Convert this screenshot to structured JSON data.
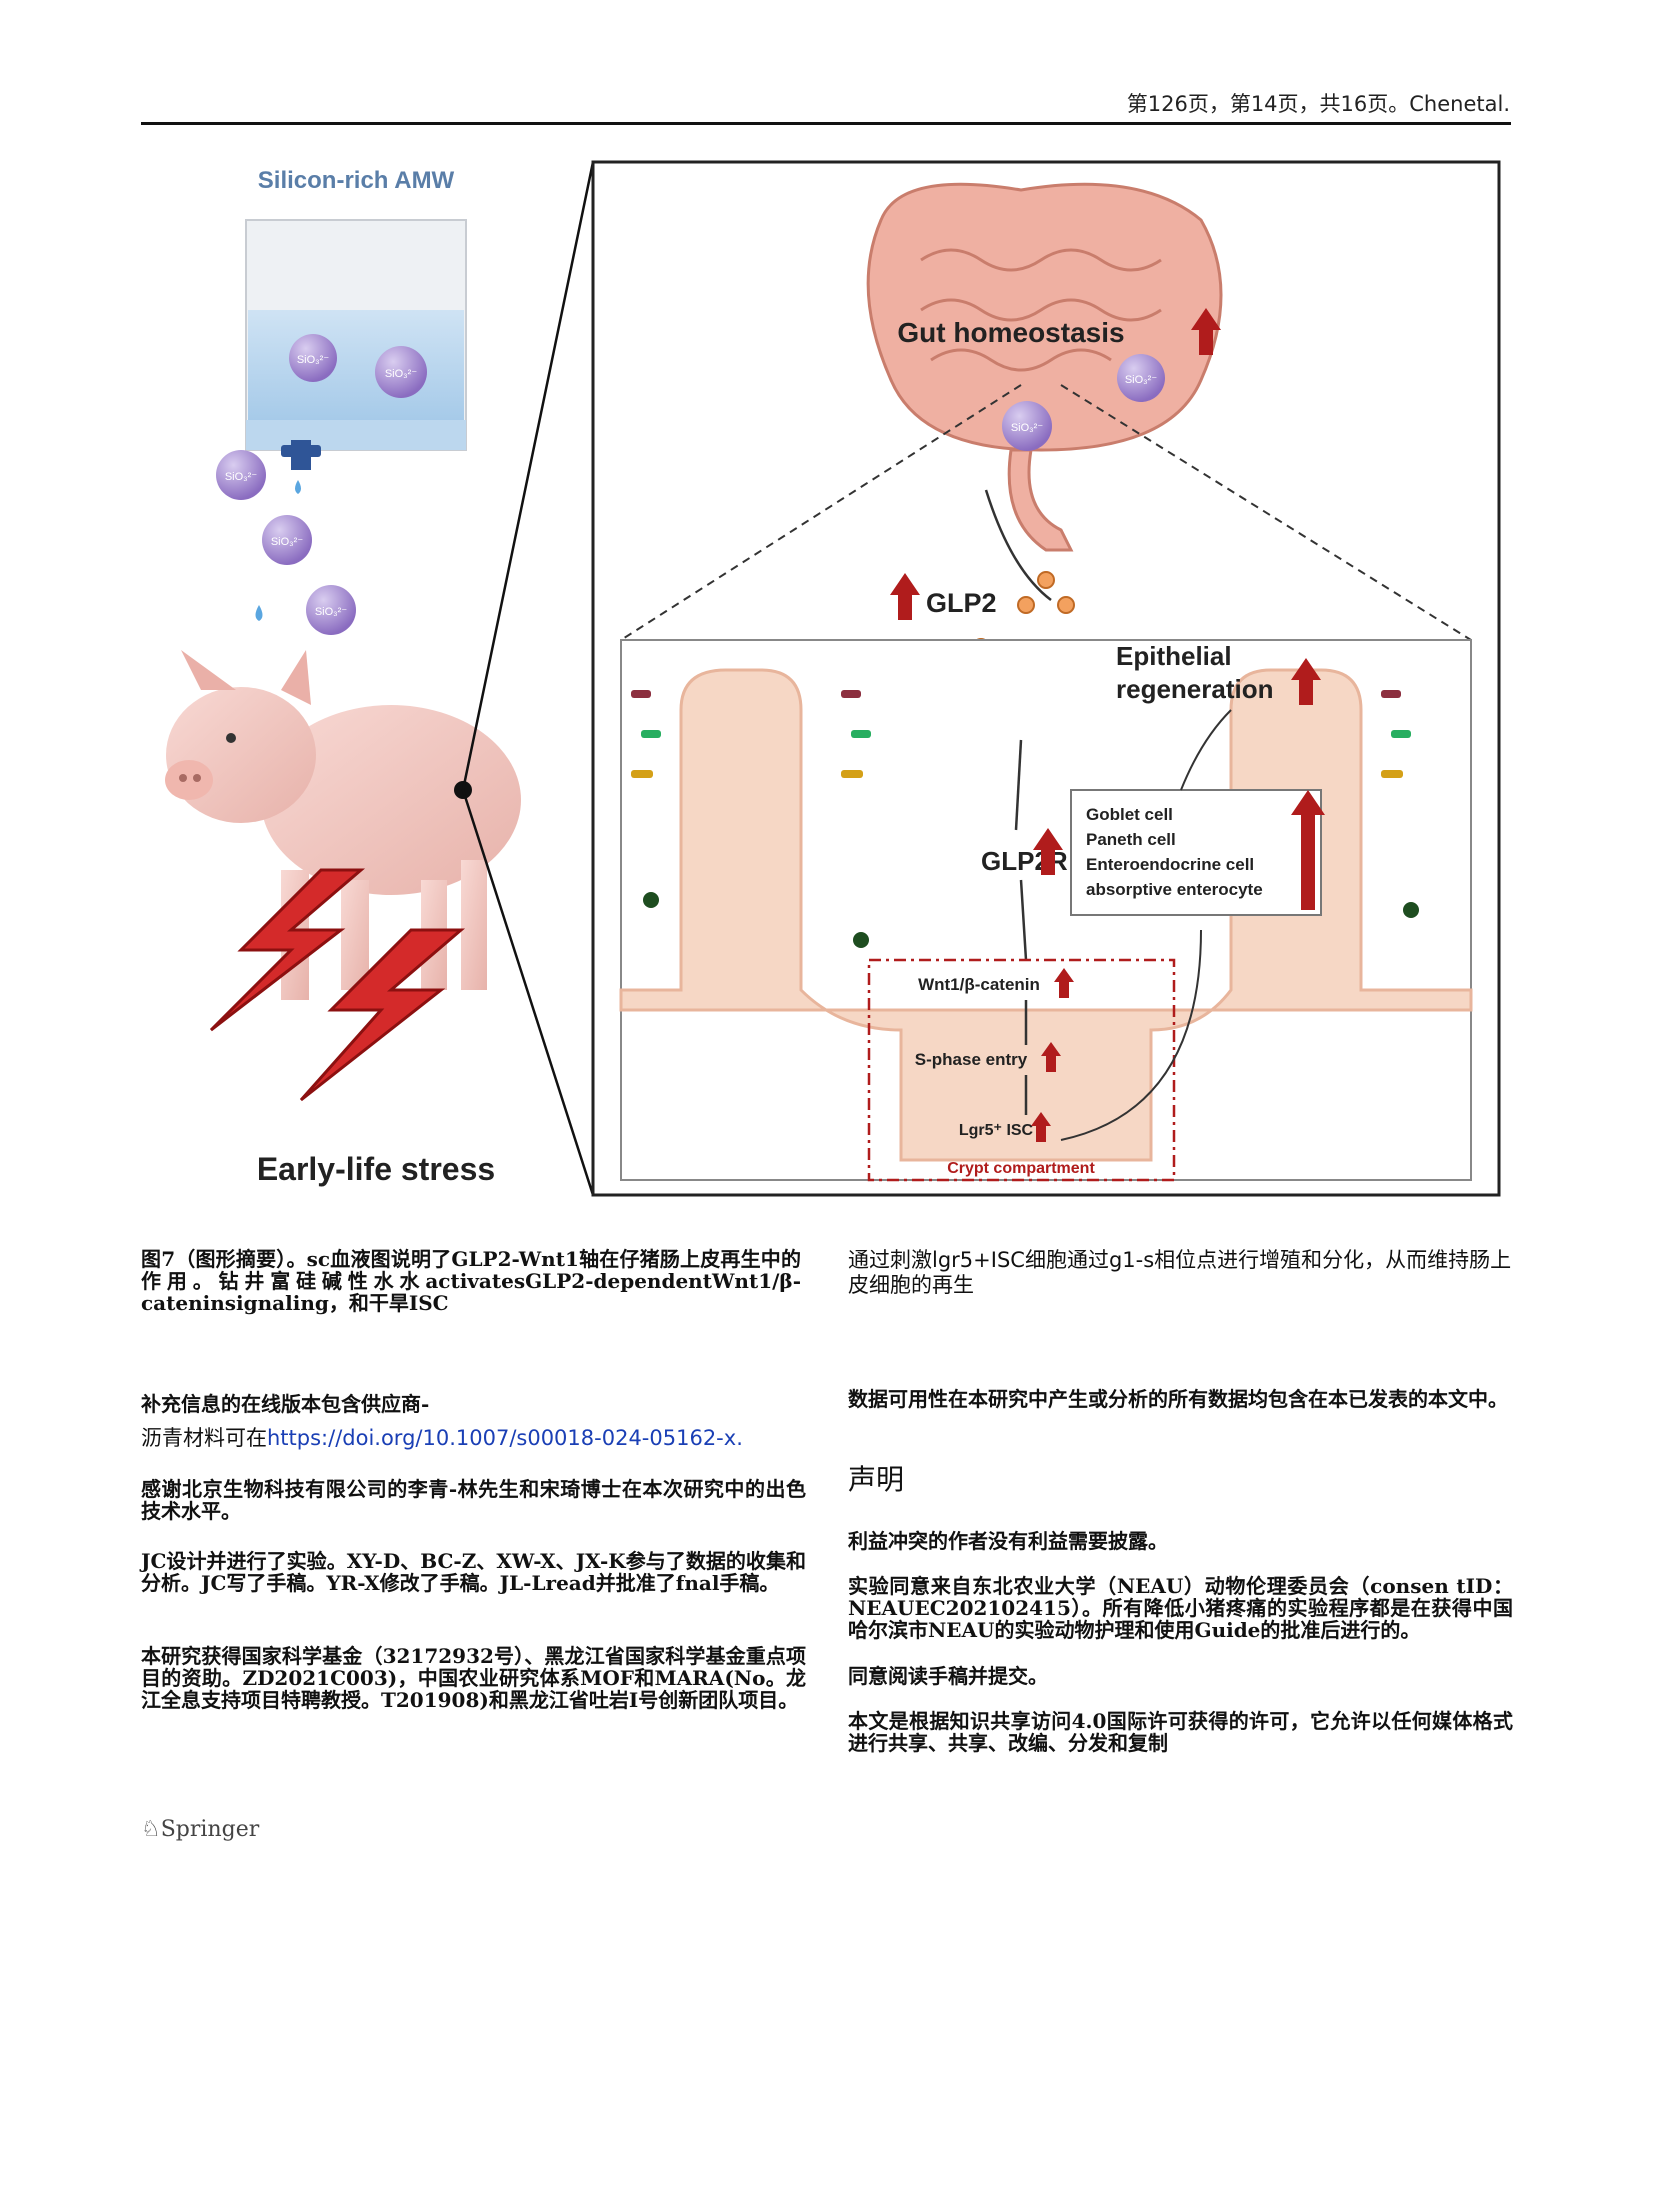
{
  "header": {
    "text": "第126页，第14页，共16页。Chenetal."
  },
  "figure": {
    "silicon_label": "Silicon-rich AMW",
    "sio_label": "SiO₃²⁻",
    "gut_label": "Gut homeostasis",
    "glp2_label": "GLP2",
    "glp2r_label": "GLP2R",
    "epithelial_label_1": "Epithelial",
    "epithelial_label_2": "regeneration",
    "cell_types": [
      "Goblet cell",
      "Paneth cell",
      "Enteroendocrine cell",
      "absorptive enterocyte"
    ],
    "wnt_label": "Wnt1/β-catenin",
    "sphase_label": "S-phase entry",
    "lgr5_label": "Lgr5⁺ ISC",
    "crypt_label": "Crypt compartment",
    "stress_label": "Early-life stress"
  },
  "caption_left": "图7（图形摘要）。sc血液图说明了GLP2-Wnt1轴在仔猪肠上皮再生中的作用。钻井富硅碱性水水activatesGLP2-dependentWnt1/β-cateninsignaling，和干旱ISC",
  "caption_right": "通过刺激lgr5+ISC细胞通过g1-s相位点进行增殖和分化，从而维持肠上皮细胞的再生",
  "left_col": {
    "supplementary_1": "补充信息的在线版本包含供应商-",
    "supplementary_2_prefix": "沥青材料可在",
    "supplementary_link": "https://doi.org/10.1007/s00018-024-05162-x.",
    "thanks": "感谢北京生物科技有限公司的李青-林先生和宋琦博士在本次研究中的出色技术水平。",
    "contrib": "JC设计并进行了实验。XY-D、BC-Z、XW-X、JX-K参与了数据的收集和分析。JC写了手稿。YR-X修改了手稿。JL-Lread并批准了fnal手稿。",
    "funding": "本研究获得国家科学基金（32172932号）、黑龙江省国家科学基金重点项目的资助。ZD2021C003)，中国农业研究体系MOF和MARA(No。龙江全息支持项目特聘教授。T201908)和黑龙江省吐岩I号创新团队项目。"
  },
  "right_col": {
    "data_avail": "数据可用性在本研究中产生或分析的所有数据均包含在本已发表的本文中。",
    "declarations": "声明",
    "conflict": "利益冲突的作者没有利益需要披露。",
    "ethics": "实验同意来自东北农业大学（NEAU）动物伦理委员会（consen tID：NEAUEC202102415）。所有降低小猪疼痛的实验程序都是在获得中国哈尔滨市NEAU的实验动物护理和使用Guide的批准后进行的。",
    "consent": "同意阅读手稿并提交。",
    "license": "本文是根据知识共享访问4.0国际许可获得的许可，它允许以任何媒体格式进行共享、共享、改编、分发和复制"
  },
  "footer": {
    "publisher": "Springer"
  },
  "colors": {
    "arrow_red": "#b01c1c",
    "link_blue": "#1a3fb5",
    "sio_purple": "#9a7fc9",
    "gut_pink": "#e89c8c"
  }
}
